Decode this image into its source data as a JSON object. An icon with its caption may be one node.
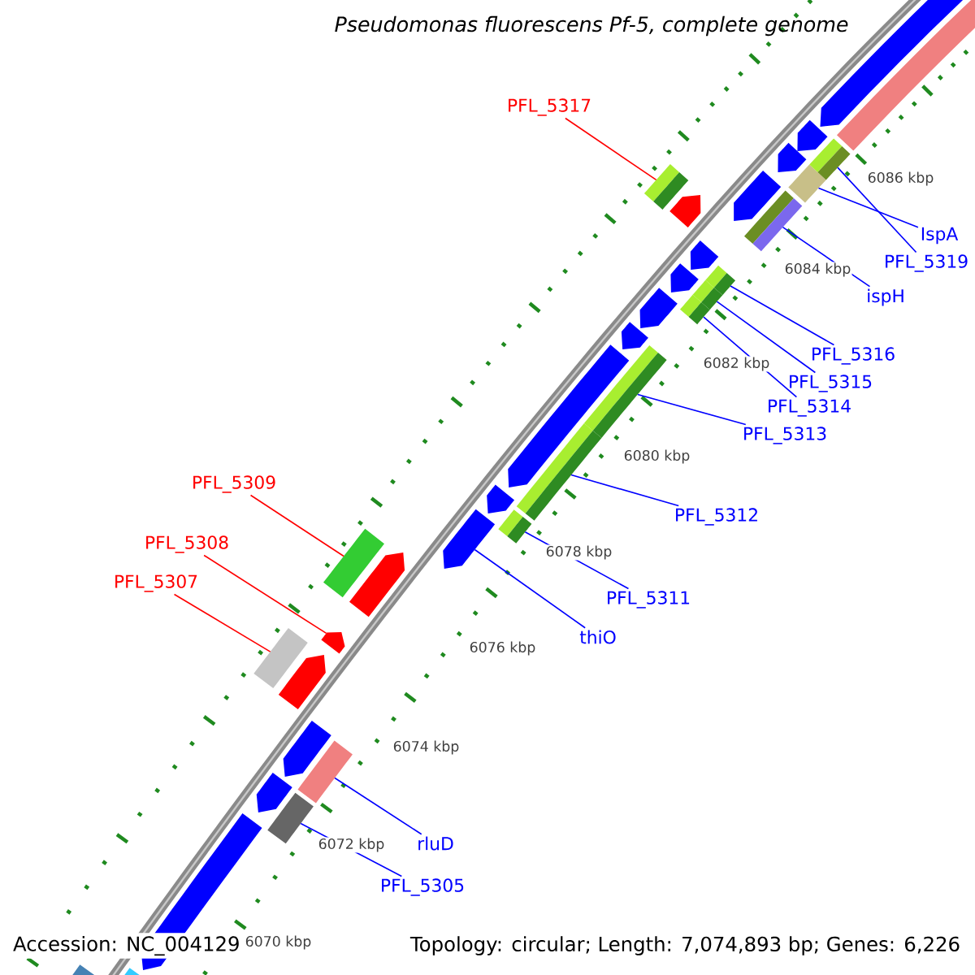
{
  "diagram": {
    "title": "Pseudomonas fluorescens Pf-5, complete genome",
    "nodes": [
      {
        "text": [
          "PFL_5317"
        ]
      },
      {
        "text": [
          "IspA"
        ]
      },
      {
        "text": [
          "PFL_5319"
        ]
      },
      {
        "text": [
          "ispH"
        ]
      },
      {
        "text": [
          "PFL_5316"
        ]
      },
      {
        "text": [
          "PFL_5315"
        ]
      },
      {
        "text": [
          "PFL_5314"
        ]
      },
      {
        "text": [
          "PFL_5313"
        ]
      },
      {
        "text": [
          "PFL_5312"
        ]
      },
      {
        "text": [
          "PFL_5309"
        ]
      },
      {
        "text": [
          "PFL_5308"
        ]
      },
      {
        "text": [
          "PFL_5311"
        ]
      },
      {
        "text": [
          "PFL_5307"
        ]
      },
      {
        "text": [
          "thiO"
        ]
      },
      {
        "text": [
          "rluD"
        ]
      },
      {
        "text": [
          "PFL_5305"
        ]
      },
      {
        "text": [],
        "shape": "bar"
      },
      {
        "text": [],
        "shape": "bar"
      },
      {
        "text": [],
        "shape": "bar"
      },
      {
        "text": [],
        "shape": "bar"
      },
      {
        "text": [],
        "shape": "bar"
      },
      {
        "text": [],
        "shape": "bar"
      },
      {
        "text": [],
        "shape": "bar"
      },
      {
        "text": [],
        "shape": "bar"
      },
      {
        "text": [],
        "shape": "bar"
      },
      {
        "text": [],
        "shape": "bar"
      },
      {
        "text": [],
        "shape": "bar"
      },
      {
        "text": [],
        "shape": "bar"
      },
      {
        "text": [],
        "shape": "bar"
      },
      {
        "text": [],
        "shape": "bar"
      },
      {
        "text": [],
        "shape": "bar"
      },
      {
        "text": [],
        "shape": "bar"
      }
    ],
    "edges": [
      {
        "from": 0,
        "to": 16,
        "arrow": "none",
        "color": "#ff0000"
      },
      {
        "from": 1,
        "to": 17,
        "arrow": "none"
      },
      {
        "from": 2,
        "to": 18,
        "arrow": "none"
      },
      {
        "from": 3,
        "to": 19,
        "arrow": "none"
      },
      {
        "from": 4,
        "to": 20,
        "arrow": "none"
      },
      {
        "from": 5,
        "to": 21,
        "arrow": "none"
      },
      {
        "from": 6,
        "to": 22,
        "arrow": "none"
      },
      {
        "from": 7,
        "to": 23,
        "arrow": "none"
      },
      {
        "from": 8,
        "to": 24,
        "arrow": "none"
      },
      {
        "from": 9,
        "to": 25,
        "arrow": "none",
        "color": "#ff0000"
      },
      {
        "from": 10,
        "to": 26,
        "arrow": "none",
        "color": "#ff0000"
      },
      {
        "from": 11,
        "to": 27,
        "arrow": "none"
      },
      {
        "from": 12,
        "to": 28,
        "arrow": "none",
        "color": "#ff0000"
      },
      {
        "from": 13,
        "to": 29,
        "arrow": "none"
      },
      {
        "from": 14,
        "to": 30,
        "arrow": "none"
      },
      {
        "from": 15,
        "to": 31,
        "arrow": "none"
      }
    ],
    "labels": [
      "6086 kbp",
      "6084 kbp",
      "6082 kbp",
      "6080 kbp",
      "6078 kbp",
      "6076 kbp",
      "6074 kbp",
      "6072 kbp",
      "6070 kbp",
      "Accession: NC_004129",
      "Topology: circular; Length: 7,074,893 bp; Genes: 6,226"
    ]
  }
}
